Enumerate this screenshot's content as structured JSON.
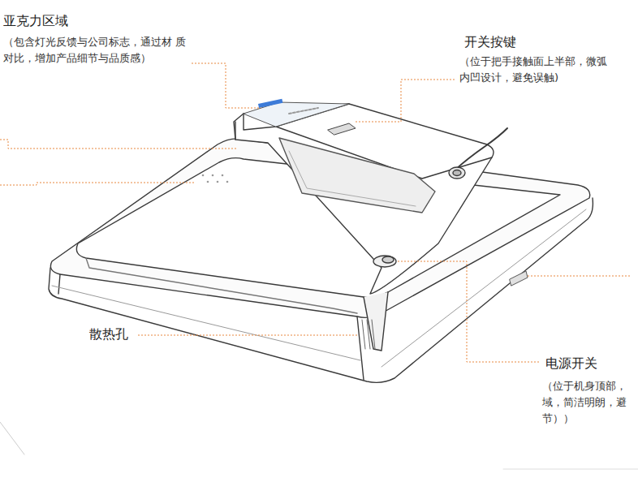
{
  "diagram": {
    "labels": [
      "亚克力区域",
      "（包含灯光反馈与公司标志，通过材 质对比，增加产品细节与品质感）",
      "开关按键",
      "（位于把手接触面上半部，微弧 内凹设计，避免误触)",
      "散热孔",
      "电源开关",
      "（位于机身顶部， 域，简洁明朗，避 节））"
    ]
  }
}
